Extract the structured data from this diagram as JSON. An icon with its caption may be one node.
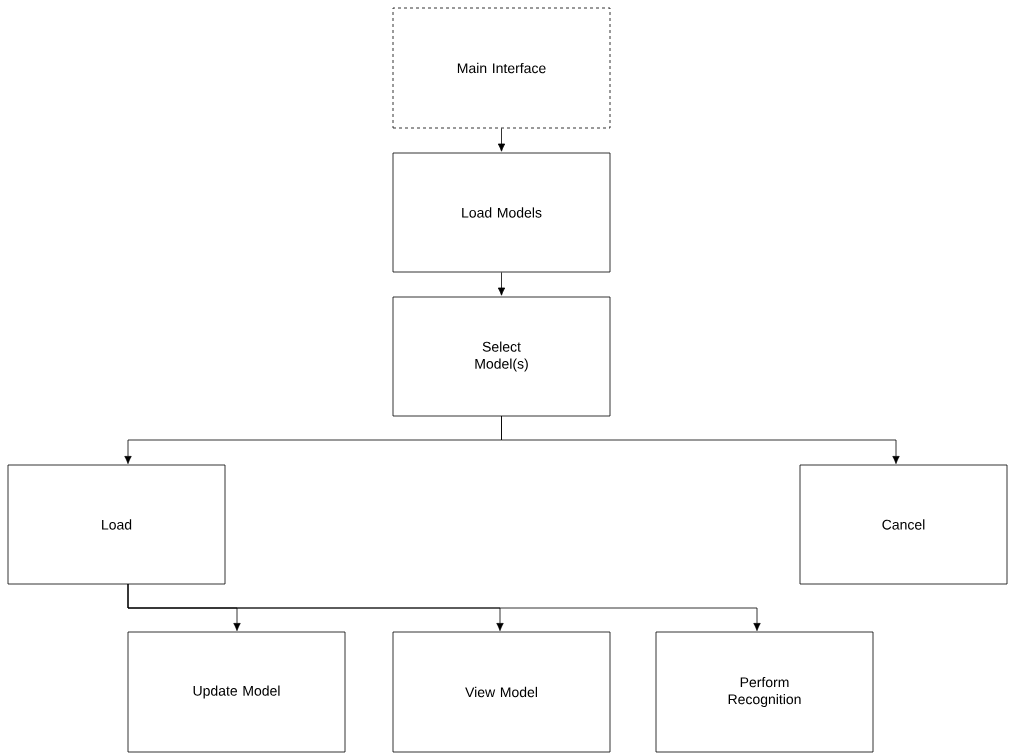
{
  "diagram": {
    "nodes": [
      {
        "text": [
          "Main Interface"
        ]
      },
      {
        "text": [
          "Load Models"
        ]
      },
      {
        "text": [
          "Select Model(s)"
        ]
      },
      {
        "text": [
          "Load"
        ]
      },
      {
        "text": [
          "Cancel"
        ]
      },
      {
        "text": [
          "Update Model"
        ]
      },
      {
        "text": [
          "View Model"
        ]
      },
      {
        "text": [
          "Perform Recognition"
        ]
      }
    ],
    "edges": [
      {
        "from": 0,
        "to": 1,
        "arrow": "to"
      },
      {
        "from": 1,
        "to": 2,
        "arrow": "to"
      },
      {
        "from": 2,
        "to": 3,
        "arrow": "to"
      },
      {
        "from": 2,
        "to": 4,
        "arrow": "to"
      },
      {
        "from": 3,
        "to": 5,
        "arrow": "to"
      },
      {
        "from": 3,
        "to": 6,
        "arrow": "to"
      },
      {
        "from": 3,
        "to": 7,
        "arrow": "to"
      }
    ]
  }
}
